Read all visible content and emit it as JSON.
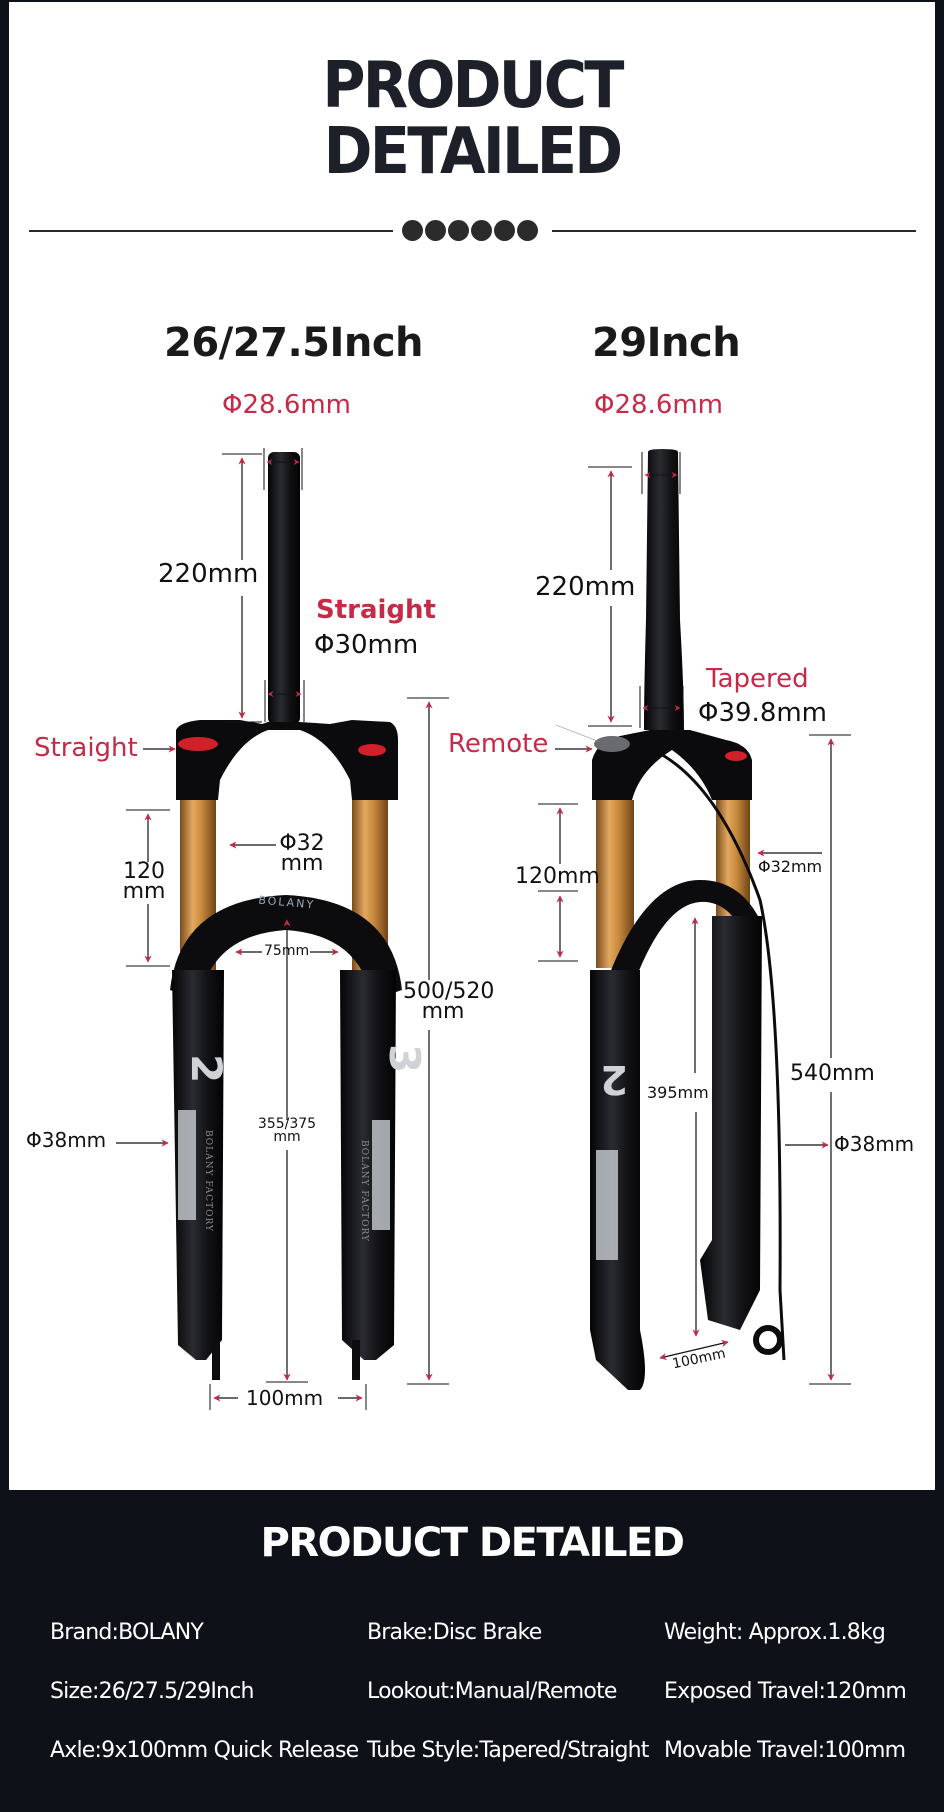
{
  "hero": {
    "title_line1": "PRODUCT",
    "title_line2": "DETAILED",
    "divider_dots": 6
  },
  "colors": {
    "accent_red": "#c62a46",
    "dark_bg": "#0f1118",
    "stanchion_gold": "#c88a3c",
    "fork_black": "#0c0c0e"
  },
  "left_fork": {
    "heading": "26/27.5Inch",
    "steerer_top_diameter": "Φ28.6mm",
    "steerer_length": "220mm",
    "steerer_type": "Straight",
    "steerer_base_diameter": "Φ30mm",
    "lockout_label": "Straight",
    "travel_value": "120",
    "travel_unit": "mm",
    "stanchion_value": "Φ32",
    "stanchion_unit": "mm",
    "arch_width": "75mm",
    "overall_value": "500/520",
    "overall_unit": "mm",
    "axle_to_arch_value": "355/375",
    "axle_to_arch_unit": "mm",
    "lower_diameter": "Φ38mm",
    "hub_width": "100mm",
    "arch_brand": "BOLANY",
    "leg_text": "BOLANY FACTORY"
  },
  "right_fork": {
    "heading": "29Inch",
    "steerer_top_diameter": "Φ28.6mm",
    "steerer_length": "220mm",
    "steerer_type": "Tapered",
    "steerer_base_diameter": "Φ39.8mm",
    "lockout_label": "Remote",
    "travel": "120mm",
    "stanchion": "Φ32mm",
    "axle_to_arch": "395mm",
    "overall": "540mm",
    "lower_diameter": "Φ38mm",
    "hub_width": "100mm"
  },
  "specs": {
    "title": "PRODUCT DETAILED",
    "rows": [
      [
        "Brand:BOLANY",
        "Brake:Disc Brake",
        "Weight: Approx.1.8kg"
      ],
      [
        "Size:26/27.5/29Inch",
        "Lookout:Manual/Remote",
        "Exposed Travel:120mm"
      ],
      [
        "Axle:9x100mm Quick Release",
        "Tube Style:Tapered/Straight",
        "Movable Travel:100mm"
      ]
    ]
  }
}
